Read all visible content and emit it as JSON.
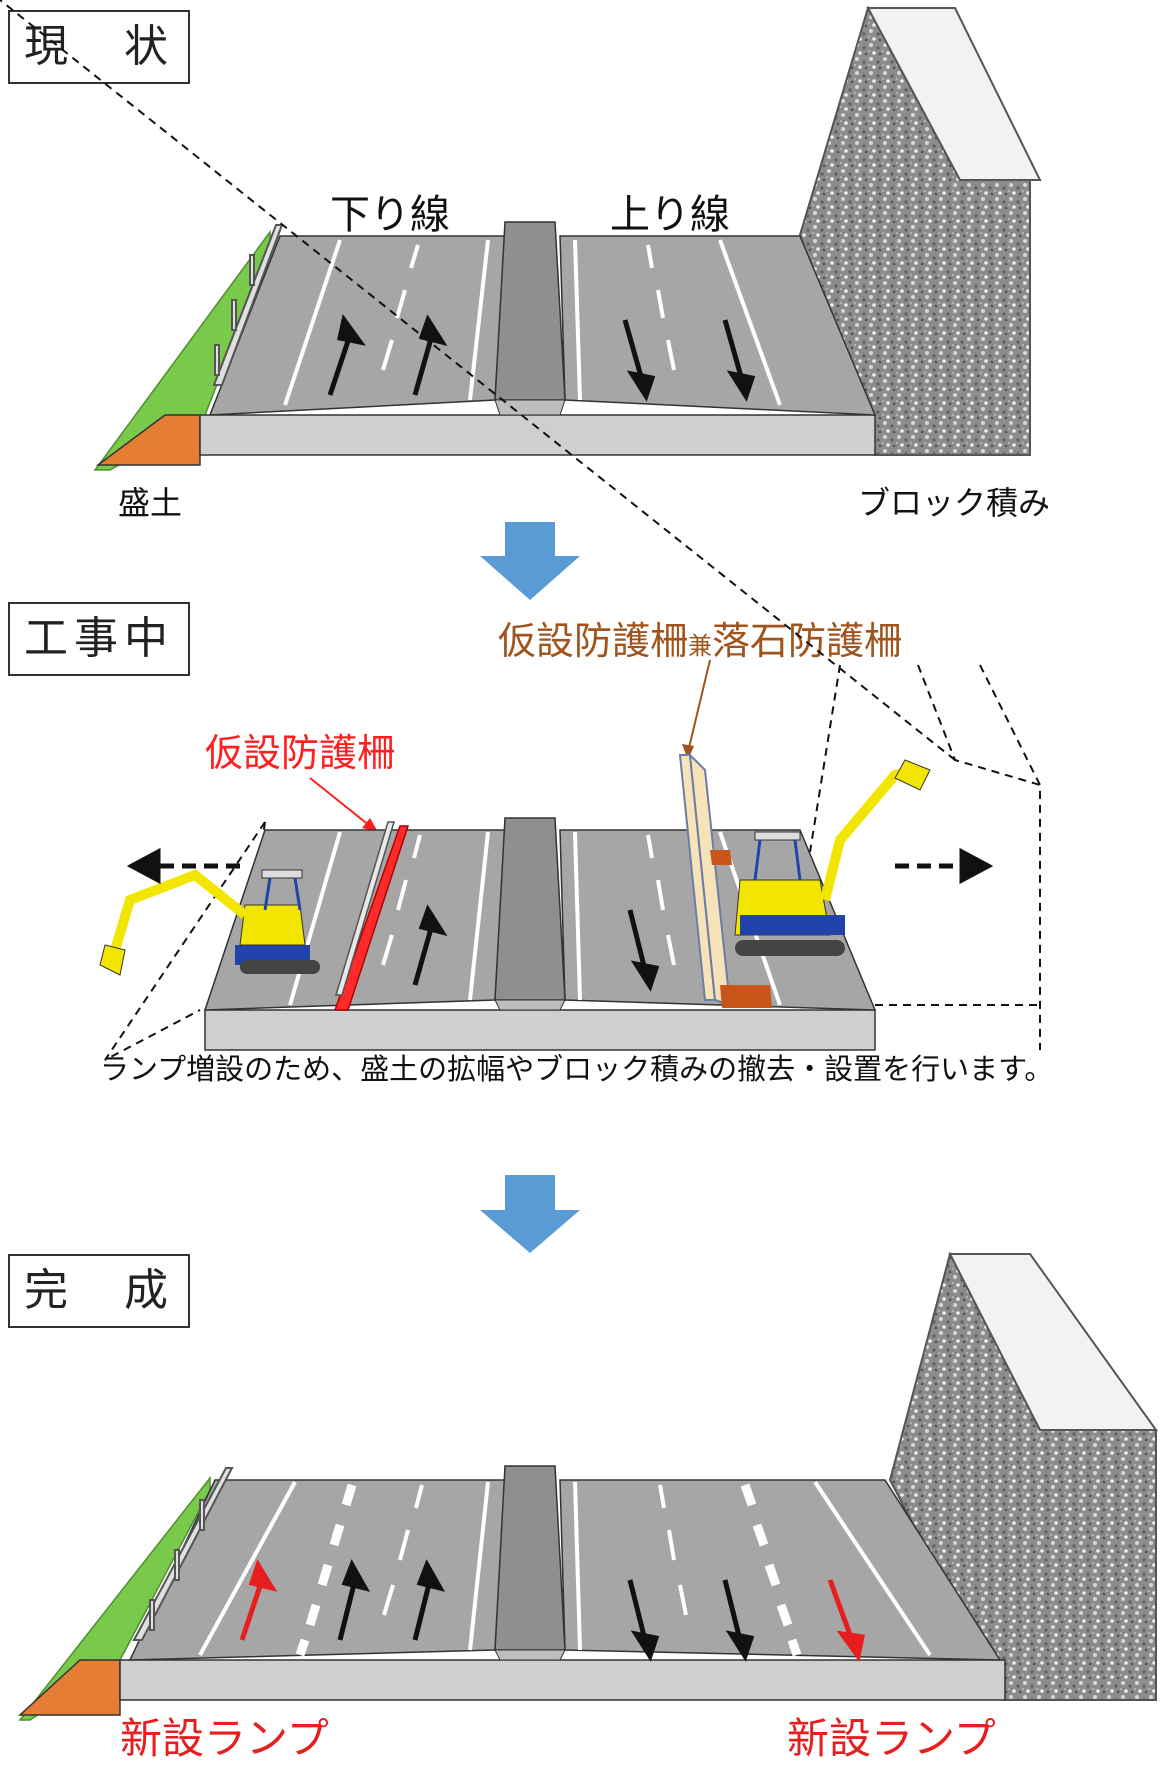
{
  "stages": {
    "current": {
      "title": "現　状",
      "left_lane_label": "下り線",
      "right_lane_label": "上り線",
      "left_label": "盛土",
      "right_label": "ブロック積み"
    },
    "construction": {
      "title": "工事中",
      "callout_right": "仮設防護柵",
      "callout_right_small": "兼",
      "callout_right_tail": "落石防護柵",
      "callout_left": "仮設防護柵",
      "caption": "ランプ増設のため、盛土の拡幅やブロック積みの撤去・設置を行います。"
    },
    "complete": {
      "title": "完　成",
      "left_label": "新設ランプ",
      "right_label": "新設ランプ"
    }
  },
  "colors": {
    "road": "#a6a6a6",
    "base": "#c9c9c9",
    "median": "#8f8f8f",
    "grass": "#79c94a",
    "soil": "#e57e35",
    "rock": "#9a9a9a",
    "arrow_blue": "#5b9bd5",
    "callout_brown": "#a0541c",
    "callout_red": "#ff1f1f",
    "new_arrow": "#e61e1e",
    "machine": "#f2e600"
  }
}
